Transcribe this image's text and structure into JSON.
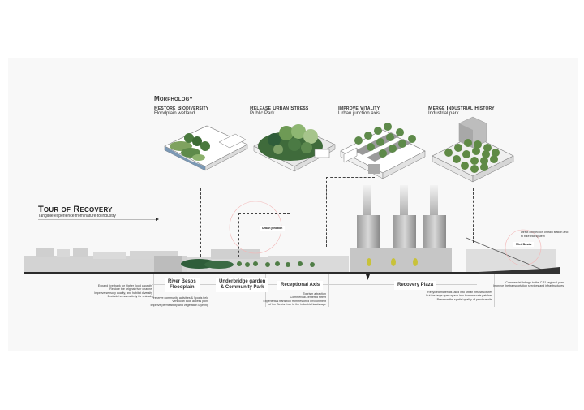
{
  "morphology": {
    "heading": "Morphology",
    "strategies": [
      {
        "title": "Restore Biodiversity",
        "subtitle": "Floodplain wetland"
      },
      {
        "title": "Release Urban Stress",
        "subtitle": "Public Park"
      },
      {
        "title": "Improve Vitality",
        "subtitle": "Urban junction axis"
      },
      {
        "title": "Merge Industrial History",
        "subtitle": "Industrial park"
      }
    ]
  },
  "tour": {
    "title": "Tour of Recovery",
    "subtitle": "Tangible experience from nature to industry",
    "arrow_icon": "arrow-right-icon"
  },
  "annotations": {
    "urban_junction": "Urban junction",
    "train_connection": "Direct connection of train station and to bike trail system",
    "besos_tag": "Mirú Besòs"
  },
  "stages": [
    {
      "label_line1": "River Besos",
      "label_line2": "Floodplain",
      "notes": [
        "Expand riverbank for higher flood capacity",
        "Restore the original river channel",
        "Improve sensory quality, and habitat diversity",
        "Exclude human activity for animals"
      ]
    },
    {
      "label_line1": "Underbridge garden",
      "label_line2": "& Community Park",
      "notes": [
        "Preserve community activities & Sports field",
        "Vehicular/ Bike access point",
        "Improve permeability and vegetation layering"
      ]
    },
    {
      "label_line1": "Receptional Axis",
      "label_line2": "",
      "notes": [
        "Tourism attraction",
        "Commercial-centered street",
        "Experiential transition from restored environment",
        "of the Besòs river to the industrial landscape"
      ]
    },
    {
      "label_line1": "Recovery Plaza",
      "label_line2": "",
      "notes": [
        "Recycled materials used into urban infrastructures",
        "Cut the large open space into human-scale patches",
        "Preserve the spatial quality of previous site"
      ]
    },
    {
      "label_line1": "",
      "label_line2": "",
      "notes": [
        "Commercial linkage to the C.31 regional plan",
        "Improve the transportation services and infrastructures"
      ]
    }
  ],
  "colors": {
    "panel_bg": "#f8f8f8",
    "water": "#6f8fae",
    "vegetation_dark": "#2f5d3a",
    "vegetation_light": "#7fa25f",
    "building_gray": "#c9c9c9",
    "chimney_gray": "#9a9a9a",
    "accent_circle": "#f2b8b8",
    "yellow_tree": "#c8c23a"
  }
}
